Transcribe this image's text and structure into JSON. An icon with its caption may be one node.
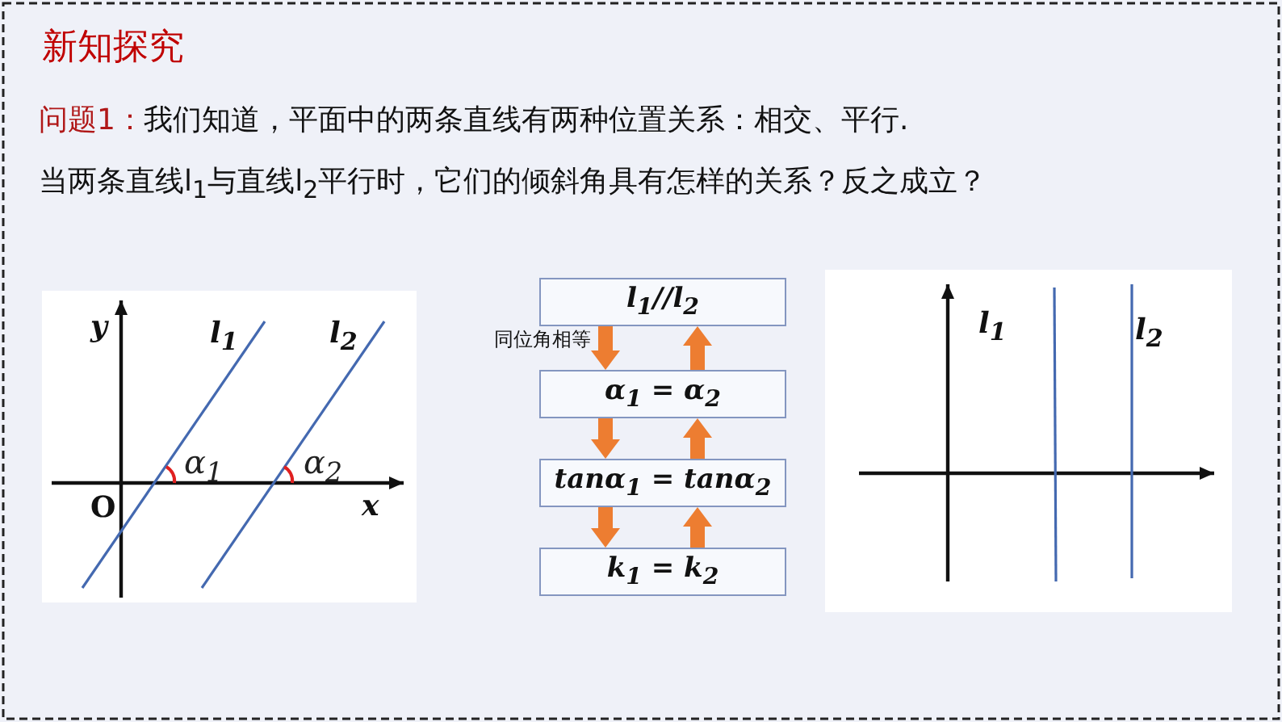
{
  "diagram": {
    "title": "新知探究",
    "nodes": [
      {
        "text": [
          "l$_{1}$//l$_{2}$"
        ]
      },
      {
        "text": [
          "α$_{1}$ = α$_{2}$"
        ]
      },
      {
        "text": [
          "tanα$_{1}$ = tanα$_{2}$"
        ]
      },
      {
        "text": [
          "k$_{1}$ = k$_{2}$"
        ]
      }
    ],
    "edges": [
      {
        "from": 0,
        "to": 1,
        "arrow": "to",
        "label": "同位角相等"
      },
      {
        "from": 1,
        "to": 0,
        "arrow": "to"
      },
      {
        "from": 1,
        "to": 2,
        "arrow": "to"
      },
      {
        "from": 2,
        "to": 1,
        "arrow": "to"
      },
      {
        "from": 2,
        "to": 3,
        "arrow": "to"
      },
      {
        "from": 3,
        "to": 2,
        "arrow": "to"
      }
    ],
    "labels": [
      "问题1：",
      "我们知道，平面中的两条直线有两种位置关系：相交、平行.",
      "当两条直线l$_{1}$与直线l$_{2}$平行时，它们的倾斜角具有怎样的关系？反之成立？",
      "y",
      "l$_{1}$",
      "l$_{2}$",
      "α$_{1}$",
      "α$_{2}$",
      "O",
      "x",
      "l$_{1}$",
      "l$_{2}$"
    ]
  }
}
